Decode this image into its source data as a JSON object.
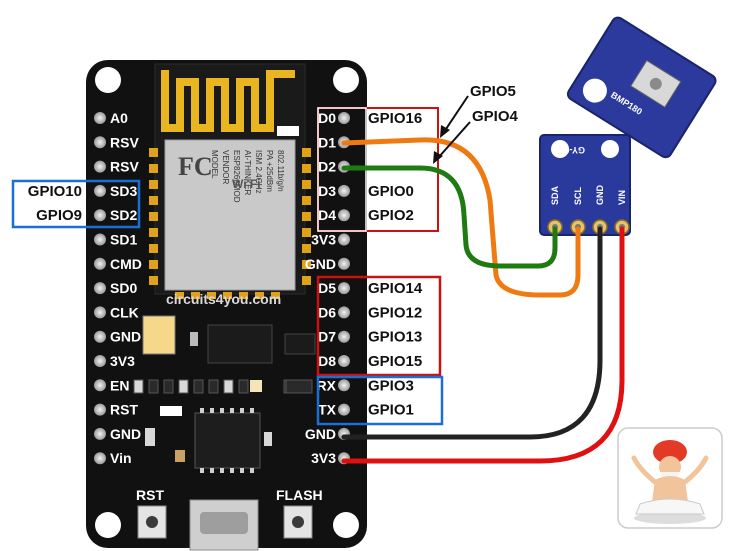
{
  "board": {
    "site": "circuits4you.com",
    "left_pins": [
      "A0",
      "RSV",
      "RSV",
      "SD3",
      "SD2",
      "SD1",
      "CMD",
      "SD0",
      "CLK",
      "GND",
      "3V3",
      "EN",
      "RST",
      "GND",
      "Vin"
    ],
    "right_pins": [
      "D0",
      "D1",
      "D2",
      "D3",
      "D4",
      "3V3",
      "GND",
      "D5",
      "D6",
      "D7",
      "D8",
      "RX",
      "TX",
      "GND",
      "3V3"
    ],
    "buttons": {
      "rst": "RST",
      "flash": "FLASH"
    },
    "module": {
      "lines": [
        "MODEL",
        "VENDOR",
        "ESP8266MOD",
        "AI-THINKER",
        "ISM 2.4GHz",
        "PA +25dBm",
        "802.11b/g/n"
      ],
      "fc": "FC",
      "wifi": "Wi Fi"
    }
  },
  "gpio_left": [
    {
      "label": "GPIO10",
      "pin": "SD3"
    },
    {
      "label": "GPIO9",
      "pin": "SD2"
    }
  ],
  "gpio_right": [
    {
      "label": "GPIO16",
      "pin": "D0"
    },
    {
      "label": "GPIO0",
      "pin": "D3"
    },
    {
      "label": "GPIO2",
      "pin": "D4"
    },
    {
      "label": "GPIO14",
      "pin": "D5"
    },
    {
      "label": "GPIO12",
      "pin": "D6"
    },
    {
      "label": "GPIO13",
      "pin": "D7"
    },
    {
      "label": "GPIO15",
      "pin": "D8"
    },
    {
      "label": "GPIO3",
      "pin": "RX"
    },
    {
      "label": "GPIO1",
      "pin": "TX"
    }
  ],
  "wire_labels": {
    "gpio5": "GPIO5",
    "gpio4": "GPIO4"
  },
  "sensor": {
    "model": "GY-68",
    "pins": [
      "SDA",
      "SCL",
      "GND",
      "VIN"
    ],
    "chip": "BMP180"
  },
  "colors": {
    "board": "#111111",
    "pcb_sensor": "#2a3a9c",
    "wire_sda": "#1f7a12",
    "wire_scl": "#f07a12",
    "wire_gnd": "#222222",
    "wire_vcc": "#e01010",
    "box_red": "#cc1111",
    "box_blue": "#1a6fd6",
    "box_white": "#ffffff"
  }
}
